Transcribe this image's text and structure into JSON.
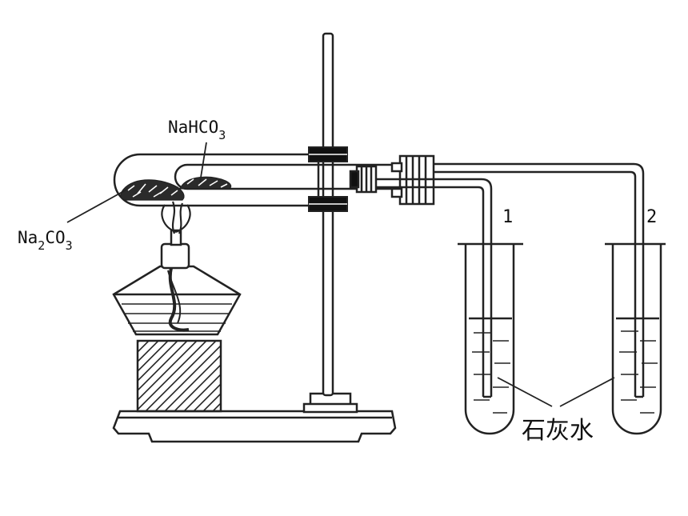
{
  "labels": {
    "nahco3_main": "NaHCO",
    "nahco3_sub": "3",
    "na2co3_a": "Na",
    "na2co3_sub1": "2",
    "na2co3_b": "CO",
    "na2co3_sub2": "3",
    "tube1": "1",
    "tube2": "2",
    "limewater": "石灰水"
  }
}
